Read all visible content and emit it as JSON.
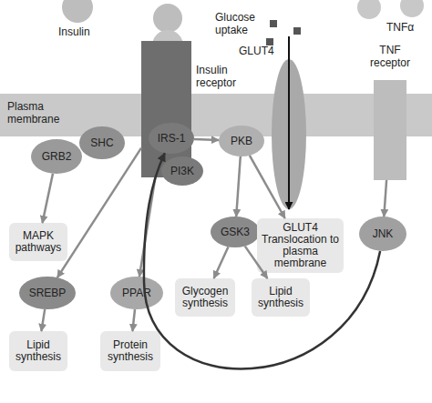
{
  "diagram": {
    "nodes": [
      {
        "text": [
          "Plasma membrane"
        ]
      },
      {
        "text": [
          "Insulin receptor"
        ]
      },
      {
        "text": [
          "GLUT4"
        ]
      },
      {
        "text": [
          "TNF receptor"
        ]
      },
      {
        "text": [
          "GRB2"
        ]
      },
      {
        "text": [
          "SHC"
        ]
      },
      {
        "text": [
          "IRS-1"
        ]
      },
      {
        "text": [
          "PI3K"
        ]
      },
      {
        "text": [
          "PKB"
        ]
      },
      {
        "text": [
          "MAPK pathways"
        ]
      },
      {
        "text": [
          "GSK3"
        ]
      },
      {
        "text": [
          "GLUT4 Translocation to plasma membrane"
        ]
      },
      {
        "text": [
          "JNK"
        ]
      },
      {
        "text": [
          "Glycogen synthesis"
        ]
      },
      {
        "text": [
          "Lipid synthesis"
        ]
      },
      {
        "text": [
          "SREBP"
        ]
      },
      {
        "text": [
          "PPAR"
        ]
      },
      {
        "text": [
          "Lipid synthesis"
        ]
      },
      {
        "text": [
          "Protein synthesis"
        ]
      }
    ],
    "edges": [
      {
        "from": 4,
        "to": 9,
        "arrow": "to"
      },
      {
        "from": 1,
        "to": 15,
        "arrow": "to"
      },
      {
        "from": 1,
        "to": 16,
        "arrow": "to"
      },
      {
        "from": 15,
        "to": 17,
        "arrow": "to"
      },
      {
        "from": 16,
        "to": 18,
        "arrow": "to"
      },
      {
        "from": 6,
        "to": 8,
        "arrow": "to"
      },
      {
        "from": 8,
        "to": 11,
        "arrow": "to"
      },
      {
        "from": 8,
        "to": 10,
        "arrow": "to"
      },
      {
        "from": 10,
        "to": 13,
        "arrow": "to"
      },
      {
        "from": 10,
        "to": 14,
        "arrow": "to"
      },
      {
        "from": 3,
        "to": 12,
        "arrow": "to"
      },
      {
        "from": 12,
        "to": 6,
        "arrow": "to"
      }
    ],
    "labels": [
      "Insulin",
      "Glucose uptake",
      "TNFα"
    ]
  }
}
